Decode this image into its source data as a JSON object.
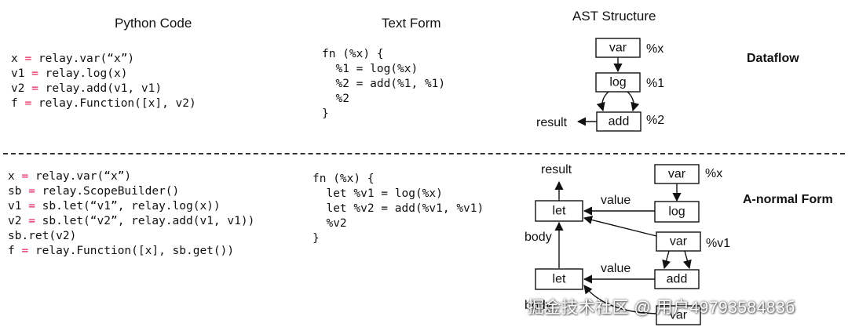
{
  "headers": {
    "python_code": "Python Code",
    "text_form": "Text Form",
    "ast_structure": "AST Structure"
  },
  "top_section": {
    "label": "Dataflow",
    "python_code": [
      [
        "x",
        " = ",
        "relay.var(“x”)"
      ],
      [
        "v1",
        " = ",
        "relay.log(x)"
      ],
      [
        "v2",
        " = ",
        "relay.add(v1, v1)"
      ],
      [
        "f",
        " = ",
        "relay.Function([x], v2)"
      ]
    ],
    "text_form": [
      "fn (%x) {",
      "  %1 = log(%x)",
      "  %2 = add(%1, %1)",
      "  %2",
      "}"
    ],
    "ast": {
      "nodes": {
        "var": "var",
        "log": "log",
        "add": "add"
      },
      "names": {
        "x": "%x",
        "one": "%1",
        "two": "%2"
      },
      "result_label": "result"
    }
  },
  "bottom_section": {
    "label": "A-normal Form",
    "python_code": [
      [
        "x",
        " = ",
        "relay.var(“x”)"
      ],
      [
        "sb",
        " = ",
        "relay.ScopeBuilder()"
      ],
      [
        "v1",
        " = ",
        "sb.let(“v1”, relay.log(x))"
      ],
      [
        "v2",
        " = ",
        "sb.let(“v2”, relay.add(v1, v1))"
      ],
      [
        "sb.ret(v2)",
        "",
        ""
      ],
      [
        "f",
        " = ",
        "relay.Function([x], sb.get())"
      ]
    ],
    "text_form": [
      "fn (%x) {",
      "  let %v1 = log(%x)",
      "  let %v2 = add(%v1, %v1)",
      "  %v2",
      "}"
    ],
    "ast": {
      "nodes": {
        "let1": "let",
        "let2": "let",
        "var_x": "var",
        "log": "log",
        "var_v1": "var",
        "add": "add",
        "var_v2": "var"
      },
      "names": {
        "x": "%x",
        "v1": "%v1"
      },
      "labels": {
        "result": "result",
        "value1": "value",
        "value2": "value",
        "body1": "body",
        "body2": "body"
      }
    }
  },
  "watermark": "掘金技术社区 @ 用户4979358483б"
}
